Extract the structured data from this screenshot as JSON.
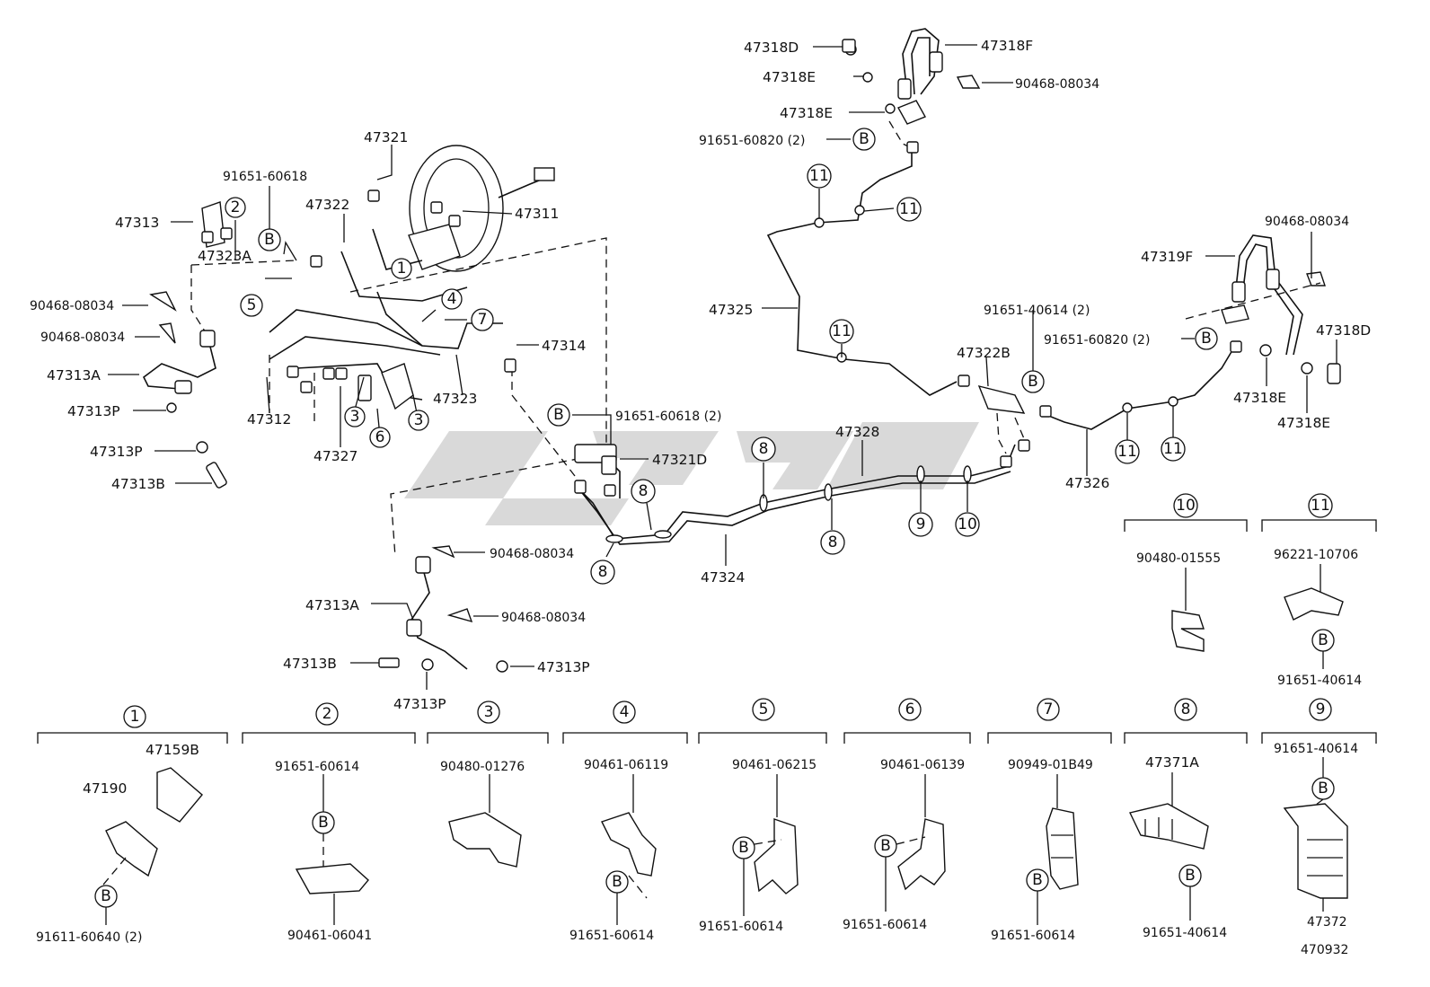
{
  "part_labels": {
    "p47318D_top": "47318D",
    "p47318F_top": "47318F",
    "p47318E_a": "47318E",
    "p90468_top": "90468-08034",
    "p47318E_b": "47318E",
    "p91651_60820_top": "91651-60820 (2)",
    "p47321": "47321",
    "p91651_60618": "91651-60618",
    "p47322": "47322",
    "p47311": "47311",
    "p47313": "47313",
    "p47323A": "47323A",
    "p90468_left1": "90468-08034",
    "p90468_left2": "90468-08034",
    "p47313A_left": "47313A",
    "p47313P_left1": "47313P",
    "p47313P_left2": "47313P",
    "p47313B_left": "47313B",
    "p47314": "47314",
    "p47323": "47323",
    "p47312": "47312",
    "p47327": "47327",
    "p47325": "47325",
    "p90468_right": "90468-08034",
    "p47319F": "47319F",
    "p91651_40614_2": "91651-40614 (2)",
    "p91651_60820_right": "91651-60820 (2)",
    "p47322B": "47322B",
    "p47318D_right": "47318D",
    "p47318E_r1": "47318E",
    "p47318E_r2": "47318E",
    "p91651_60618_2": "91651-60618 (2)",
    "p47321D": "47321D",
    "p47328": "47328",
    "p47326": "47326",
    "p47324": "47324",
    "p90468_mid1": "90468-08034",
    "p90468_mid2": "90468-08034",
    "p47313A_mid": "47313A",
    "p47313B_mid": "47313B",
    "p47313P_mid1": "47313P",
    "p47313P_mid2": "47313P"
  },
  "callouts": {
    "B": "B",
    "n1": "1",
    "n2": "2",
    "n3": "3",
    "n4": "4",
    "n5": "5",
    "n6": "6",
    "n7": "7",
    "n8": "8",
    "n9": "9",
    "n10": "10",
    "n11": "11"
  },
  "detail_groups": [
    {
      "num": "1",
      "label_a": "47159B",
      "label_b": "47190",
      "label_c": "91611-60640 (2)"
    },
    {
      "num": "2",
      "label_a": "91651-60614",
      "label_b": "90461-06041"
    },
    {
      "num": "3",
      "label_a": "90480-01276"
    },
    {
      "num": "4",
      "label_a": "90461-06119",
      "label_b": "91651-60614"
    },
    {
      "num": "5",
      "label_a": "90461-06215",
      "label_b": "91651-60614"
    },
    {
      "num": "6",
      "label_a": "90461-06139",
      "label_b": "91651-60614"
    },
    {
      "num": "7",
      "label_a": "90949-01B49",
      "label_b": "91651-60614"
    },
    {
      "num": "8",
      "label_a": "47371A",
      "label_b": "91651-40614"
    },
    {
      "num": "9",
      "label_a": "91651-40614",
      "label_b": "47372"
    },
    {
      "num": "10",
      "label_a": "90480-01555"
    },
    {
      "num": "11",
      "label_a": "96221-10706",
      "label_b": "91651-40614"
    }
  ],
  "diagram_code": "470932"
}
